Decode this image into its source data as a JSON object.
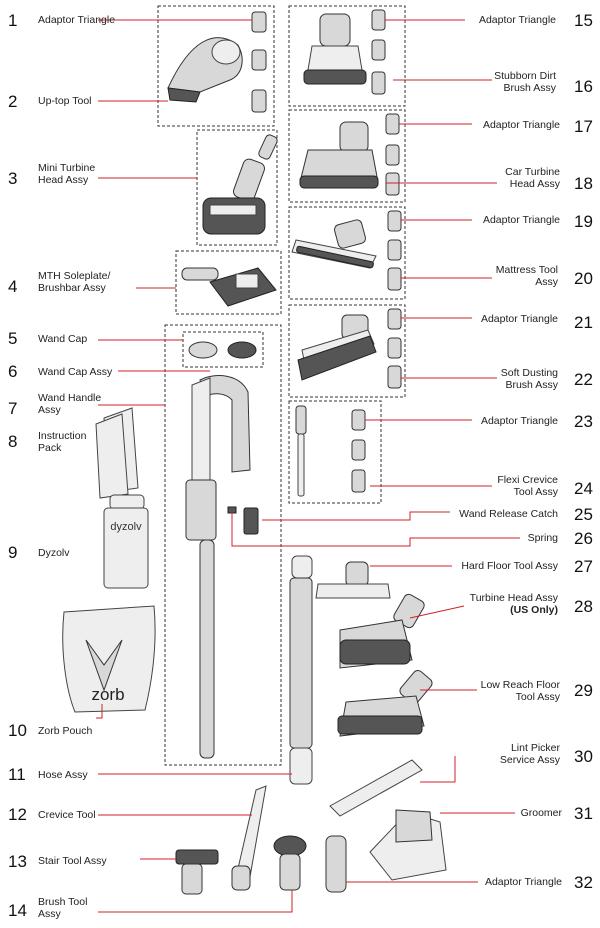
{
  "colors": {
    "leader": "#d0202a",
    "outline": "#333333",
    "box": "#333333"
  },
  "parts": [
    {
      "n": "1",
      "label": [
        "Adaptor Triangle"
      ]
    },
    {
      "n": "2",
      "label": [
        "Up-top Tool"
      ]
    },
    {
      "n": "3",
      "label": [
        "Mini Turbine",
        "Head Assy"
      ]
    },
    {
      "n": "4",
      "label": [
        "MTH Soleplate/",
        "Brushbar Assy"
      ]
    },
    {
      "n": "5",
      "label": [
        "Wand Cap"
      ]
    },
    {
      "n": "6",
      "label": [
        "Wand Cap Assy"
      ]
    },
    {
      "n": "7",
      "label": [
        "Wand Handle",
        "Assy"
      ]
    },
    {
      "n": "8",
      "label": [
        "Instruction",
        "Pack"
      ]
    },
    {
      "n": "9",
      "label": [
        "Dyzolv"
      ]
    },
    {
      "n": "10",
      "label": [
        "Zorb Pouch"
      ]
    },
    {
      "n": "11",
      "label": [
        "Hose Assy"
      ]
    },
    {
      "n": "12",
      "label": [
        "Crevice Tool"
      ]
    },
    {
      "n": "13",
      "label": [
        "Stair Tool Assy"
      ]
    },
    {
      "n": "14",
      "label": [
        "Brush Tool",
        "Assy"
      ]
    },
    {
      "n": "15",
      "label": [
        "Adaptor Triangle"
      ]
    },
    {
      "n": "16",
      "label": [
        "Stubborn Dirt",
        "Brush Assy"
      ]
    },
    {
      "n": "17",
      "label": [
        "Adaptor Triangle"
      ]
    },
    {
      "n": "18",
      "label": [
        "Car Turbine",
        "Head Assy"
      ]
    },
    {
      "n": "19",
      "label": [
        "Adaptor Triangle"
      ]
    },
    {
      "n": "20",
      "label": [
        "Mattress Tool",
        "Assy"
      ]
    },
    {
      "n": "21",
      "label": [
        "Adaptor Triangle"
      ]
    },
    {
      "n": "22",
      "label": [
        "Soft Dusting",
        "Brush Assy"
      ]
    },
    {
      "n": "23",
      "label": [
        "Adaptor Triangle"
      ]
    },
    {
      "n": "24",
      "label": [
        "Flexi Crevice",
        "Tool Assy"
      ]
    },
    {
      "n": "25",
      "label": [
        "Wand Release Catch"
      ]
    },
    {
      "n": "26",
      "label": [
        "Spring"
      ]
    },
    {
      "n": "27",
      "label": [
        "Hard Floor Tool Assy"
      ]
    },
    {
      "n": "28",
      "label": [
        "Turbine Head Assy",
        "(US Only)"
      ]
    },
    {
      "n": "29",
      "label": [
        "Low Reach Floor",
        "Tool Assy"
      ]
    },
    {
      "n": "30",
      "label": [
        "Lint Picker",
        "Service Assy"
      ]
    },
    {
      "n": "31",
      "label": [
        "Groomer"
      ]
    },
    {
      "n": "32",
      "label": [
        "Adaptor Triangle"
      ]
    }
  ],
  "product_text": {
    "dyzolv": "dyzolv",
    "zorb": "zorb"
  }
}
